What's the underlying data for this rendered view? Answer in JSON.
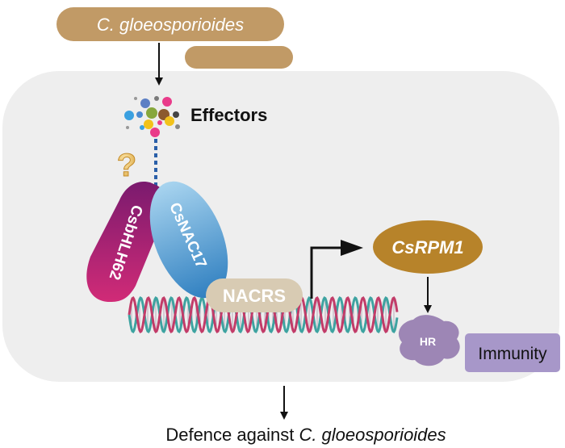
{
  "pathogen": {
    "label": "C. gloeosporioides"
  },
  "effectors": {
    "label": "Effectors"
  },
  "unknown": {
    "symbol": "?"
  },
  "proteins": {
    "bhlh": "CsbHLH62",
    "nac": "CsNAC17"
  },
  "promoter": {
    "label": "NACRS"
  },
  "gene": {
    "label": "CsRPM1"
  },
  "response": {
    "hr": "HR",
    "immunity": "Immunity"
  },
  "outcome": {
    "prefix": "Defence against ",
    "organism": "C. gloeosporioides"
  },
  "colors": {
    "pathogen": "#c19a66",
    "cell": "#eeeeee",
    "bhlh_top": "#7a1a6e",
    "bhlh_bottom": "#d12b77",
    "nac_top": "#a8d4ef",
    "nac_bottom": "#2f7fc0",
    "nacrs": "#d8cbb3",
    "rpm1": "#b7832a",
    "hr": "#9d86b5",
    "immunity": "#a797c9",
    "dna_pink": "#c23c69",
    "dna_teal": "#3ea3a1"
  }
}
